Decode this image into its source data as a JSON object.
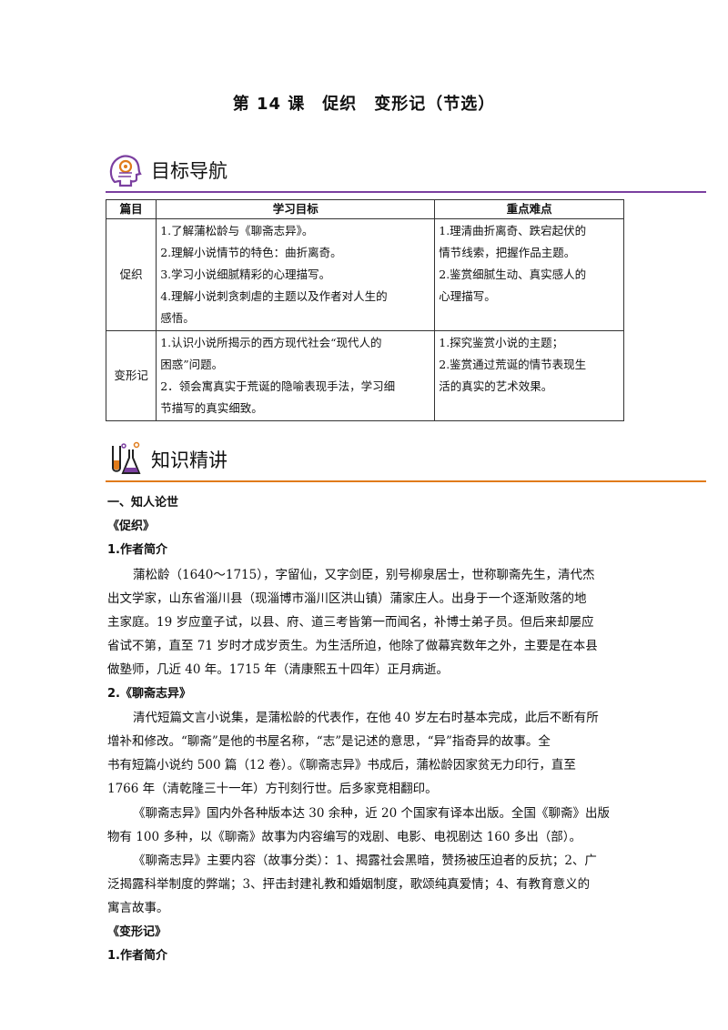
{
  "title": "第 14 课　促织　变形记（节选）",
  "goals_section": {
    "heading": "目标导航",
    "icon": "brain-gears-icon"
  },
  "goals_table": {
    "headers": [
      "篇目",
      "学习目标",
      "重点难点"
    ],
    "rows": [
      {
        "name": "促织",
        "objectives": [
          "1.了解蒲松龄与《聊斋志异》。",
          "2.理解小说情节的特色：曲折离奇。",
          "3.学习小说细腻精彩的心理描写。",
          "4.理解小说刺贪刺虐的主题以及作者对人生的",
          "感悟。"
        ],
        "key_points": [
          "1.理清曲折离奇、跌宕起伏的",
          "情节线索，把握作品主题。",
          "2.鉴赏细腻生动、真实感人的",
          "心理描写。"
        ]
      },
      {
        "name": "变形记",
        "objectives": [
          "1.认识小说所揭示的西方现代社会“现代人的",
          "困惑”问题。",
          "2．领会寓真实于荒诞的隐喻表现手法，学习细",
          "节描写的真实细致。"
        ],
        "key_points": [
          "1.探究鉴赏小说的主题；",
          "2.鉴赏通过荒诞的情节表现生",
          "活的真实的艺术效果。"
        ]
      }
    ]
  },
  "knowledge_section": {
    "heading": "知识精讲",
    "icon": "lab-flask-icon"
  },
  "content": {
    "part1_heading": "一、知人论世",
    "book1": "《促织》",
    "author_heading": "1.作者简介",
    "author_para": [
      "蒲松龄（1640～1715），字留仙，又字剑臣，别号柳泉居士，世称聊斋先生，清代杰",
      "出文学家，山东省淄川县（现淄博市淄川区洪山镇）蒲家庄人。出身于一个逐渐败落的地",
      "主家庭。19 岁应童子试，以县、府、道三考皆第一而闻名，补博士弟子员。但后来却屡应",
      "省试不第，直至 71 岁时才成岁贡生。为生活所迫，他除了做幕宾数年之外，主要是在本县",
      "做塾师，几近 40 年。1715 年（清康熙五十四年）正月病逝。"
    ],
    "liaozhai_heading": "2.《聊斋志异》",
    "liaozhai_para1": [
      "清代短篇文言小说集，是蒲松龄的代表作，在他 40 岁左右时基本完成，此后不断有所",
      "增补和修改。“聊斋”是他的书屋名称，“志”是记述的意思，“异”指奇异的故事。全",
      "书有短篇小说约 500 篇（12 卷）。《聊斋志异》书成后，蒲松龄因家贫无力印行，直至",
      "1766 年（清乾隆三十一年）方刊刻行世。后多家竞相翻印。"
    ],
    "liaozhai_para2": [
      "《聊斋志异》国内外各种版本达 30 余种，近 20 个国家有译本出版。全国《聊斋》出版",
      "物有 100 多种，以《聊斋》故事为内容编写的戏剧、电影、电视剧达 160 多出（部）。"
    ],
    "liaozhai_para3": [
      "《聊斋志异》主要内容（故事分类）：1、揭露社会黑暗，赞扬被压迫者的反抗；2、广",
      "泛揭露科举制度的弊端；3、抨击封建礼教和婚姻制度，歌颂纯真爱情；4、有教育意义的",
      "寓言故事。"
    ],
    "book2": "《变形记》",
    "author2_heading": "1.作者简介"
  }
}
